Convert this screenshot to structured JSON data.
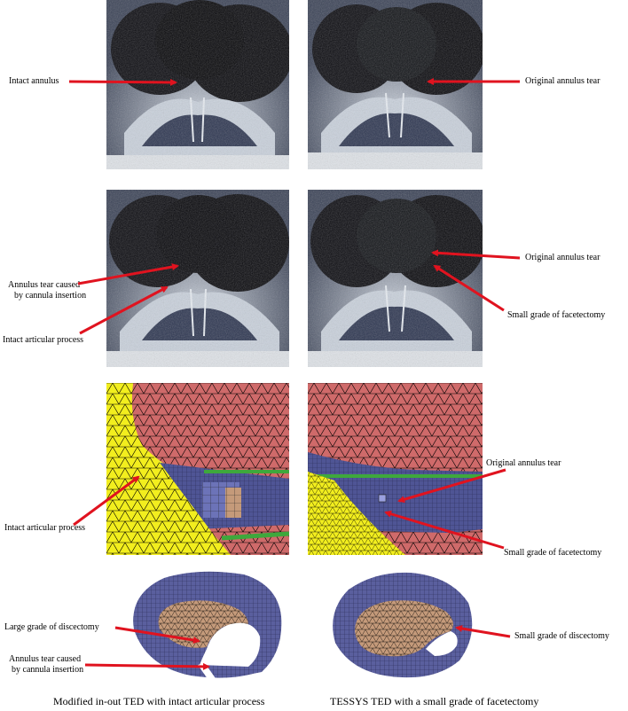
{
  "labels": {
    "intact_annulus": "Intact annulus",
    "original_tear_1": "Original annulus tear",
    "tear_cannula_1_line1": "Annulus tear caused",
    "tear_cannula_1_line2": "by cannula insertion",
    "intact_articular_1": "Intact articular process",
    "original_tear_2": "Original annulus tear",
    "small_facetectomy_1": "Small grade of facetectomy",
    "intact_articular_2": "Intact articular process",
    "original_tear_3": "Original annulus tear",
    "small_facetectomy_2": "Small grade of facetectomy",
    "large_discectomy": "Large grade of discectomy",
    "tear_cannula_2_line1": "Annulus tear caused",
    "tear_cannula_2_line2": "by cannula insertion",
    "small_discectomy": "Small grade of discectomy"
  },
  "captions": {
    "left": "Modified in-out TED with intact articular process",
    "right": "TESSYS TED with a small grade of facetectomy"
  },
  "colors": {
    "arrow": "#e0131f",
    "mesh_yellow": "#f2ee1e",
    "mesh_red": "#cf6a6a",
    "mesh_blue": "#5a5f9e",
    "mesh_tan": "#c49a7a",
    "mesh_green": "#3ea83c"
  }
}
